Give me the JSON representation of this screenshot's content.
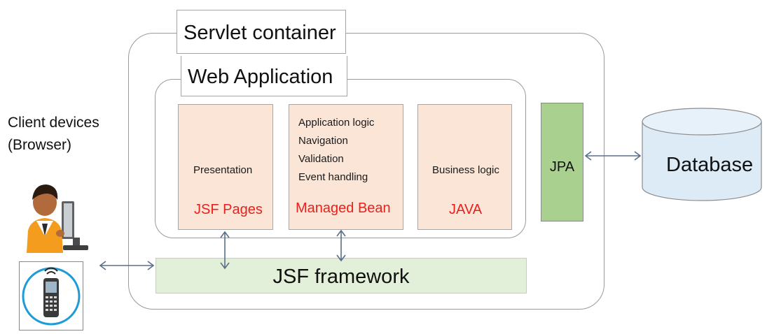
{
  "servlet_container": {
    "label": "Servlet container"
  },
  "web_application": {
    "label": "Web Application",
    "panels": [
      {
        "description_lines": [
          "Presentation"
        ],
        "component": "JSF Pages"
      },
      {
        "description_lines": [
          "Application logic",
          "Navigation",
          "Validation",
          "Event handling"
        ],
        "component": "Managed Bean"
      },
      {
        "description_lines": [
          "Business logic"
        ],
        "component": "JAVA"
      }
    ]
  },
  "jpa": {
    "label": "JPA"
  },
  "jsf_framework": {
    "label": "JSF framework"
  },
  "client": {
    "label_lines": [
      "Client devices",
      "(Browser)"
    ]
  },
  "database": {
    "label": "Database"
  },
  "colors": {
    "panel_fill": "#fbe5d7",
    "component_text": "#e8211c",
    "jpa_fill": "#a9d08e",
    "framework_fill": "#e2efd9",
    "database_fill": "#dcebf6",
    "arrow": "#5a6f89"
  }
}
